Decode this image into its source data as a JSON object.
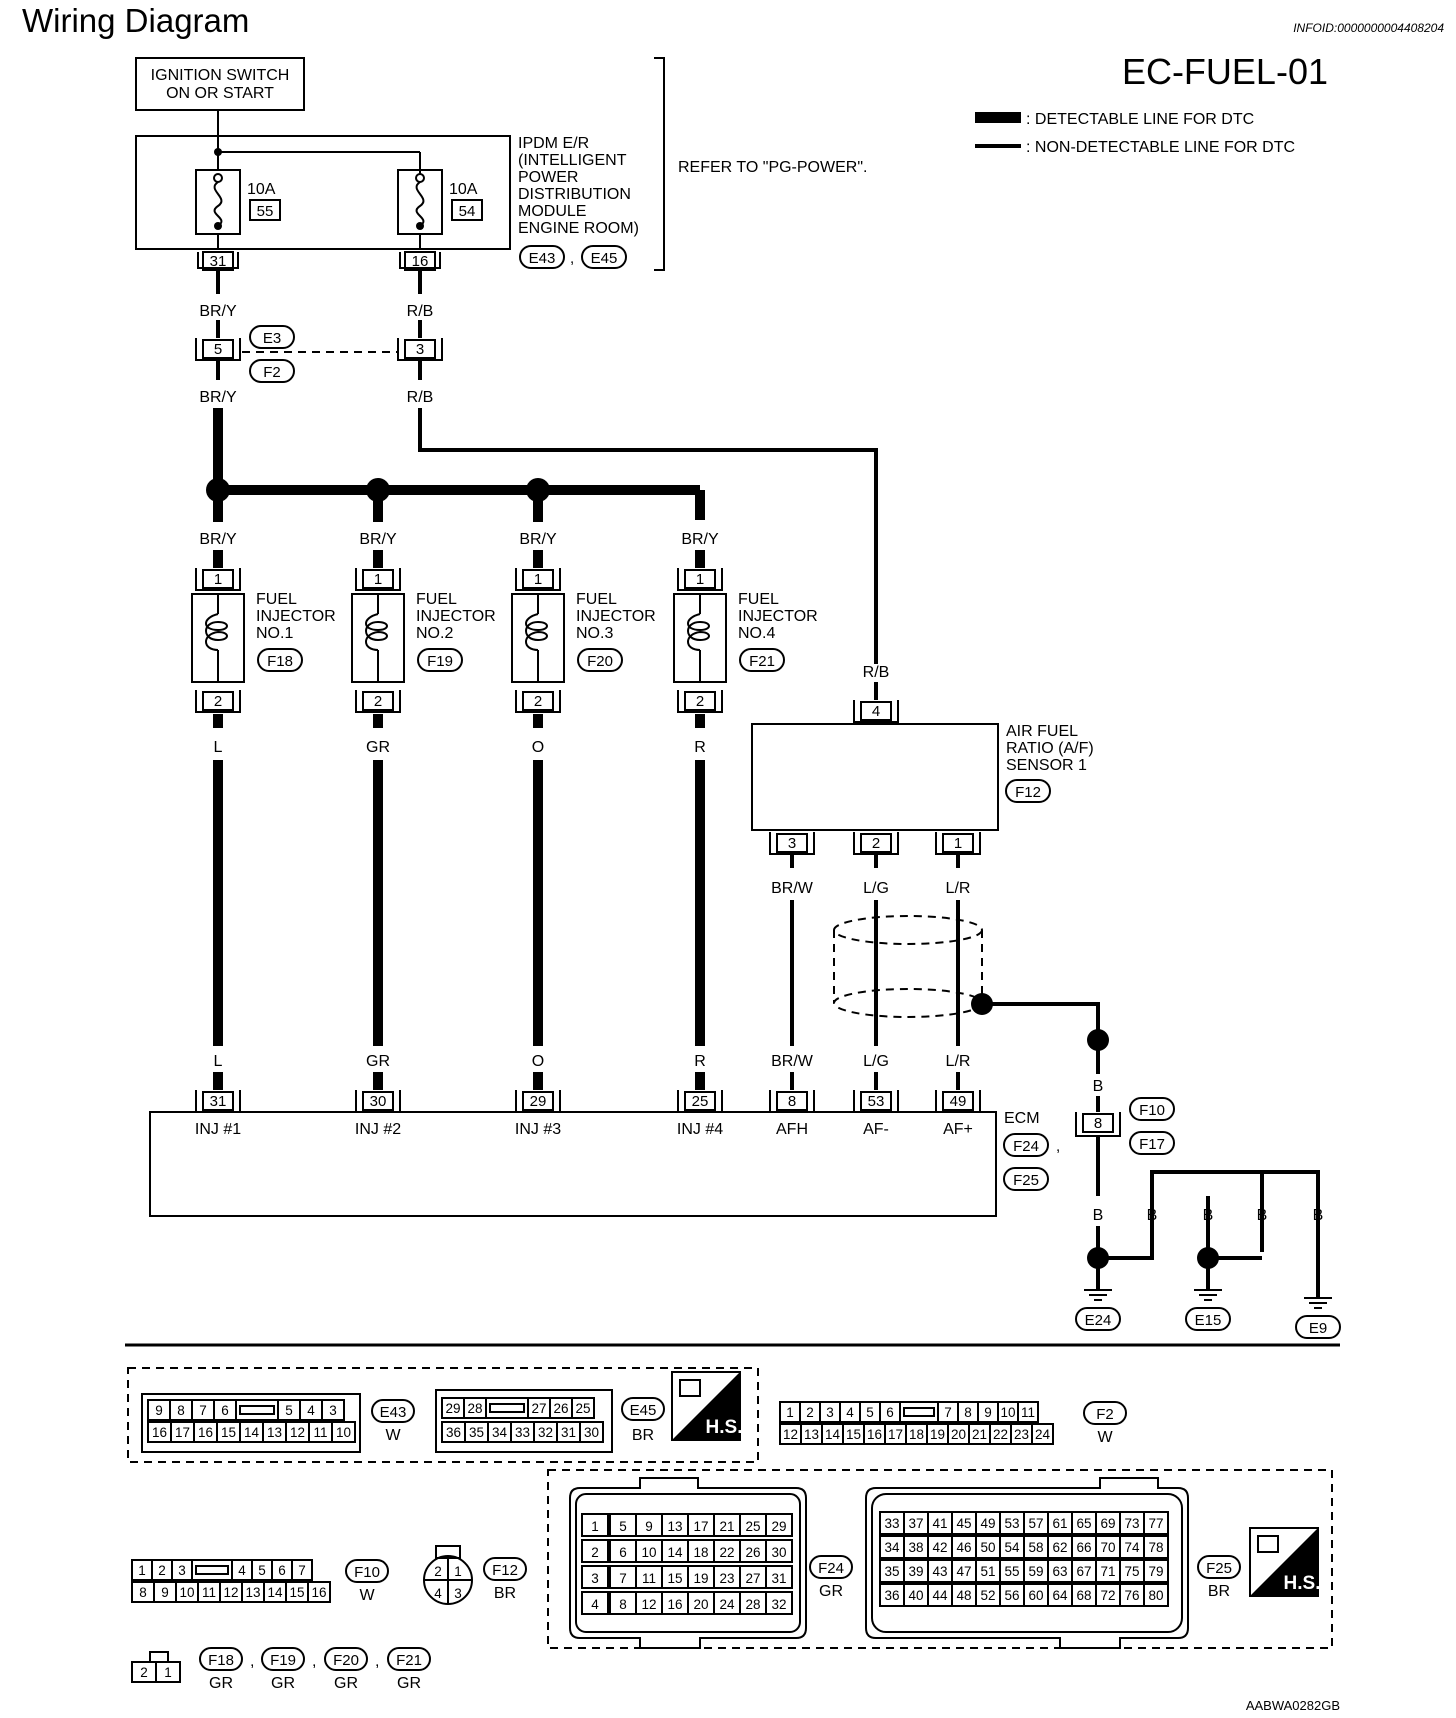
{
  "header": {
    "title": "Wiring Diagram",
    "info_id": "INFOID:0000000004408204",
    "code": "EC-FUEL-01",
    "legend": [
      {
        "label": ": DETECTABLE LINE FOR DTC",
        "style": "thick"
      },
      {
        "label": ": NON-DETECTABLE LINE FOR DTC",
        "style": "thin"
      }
    ]
  },
  "ignition": {
    "line1": "IGNITION SWITCH",
    "line2": "ON OR START"
  },
  "ipdm": {
    "lines": [
      "IPDM E/R",
      "(INTELLIGENT",
      "POWER",
      "DISTRIBUTION",
      "MODULE",
      "ENGINE ROOM)"
    ],
    "connectors": [
      "E43",
      "E45"
    ],
    "sep": ",",
    "refer": "REFER TO \"PG-POWER\".",
    "fuses": [
      {
        "amp": "10A",
        "num": "55",
        "pin": "31"
      },
      {
        "amp": "10A",
        "num": "54",
        "pin": "16"
      }
    ]
  },
  "joint": {
    "top": "E3",
    "bottom": "F2",
    "pin_left": "5",
    "pin_right": "3"
  },
  "wires": {
    "bry": "BR/Y",
    "rb": "R/B",
    "l": "L",
    "gr": "GR",
    "o": "O",
    "r": "R",
    "brw": "BR/W",
    "lg": "L/G",
    "lr": "L/R",
    "b": "B"
  },
  "injectors": [
    {
      "name1": "FUEL",
      "name2": "INJECTOR",
      "name3": "NO.1",
      "conn": "F18",
      "pin_top": "1",
      "pin_bot": "2"
    },
    {
      "name1": "FUEL",
      "name2": "INJECTOR",
      "name3": "NO.2",
      "conn": "F19",
      "pin_top": "1",
      "pin_bot": "2"
    },
    {
      "name1": "FUEL",
      "name2": "INJECTOR",
      "name3": "NO.3",
      "conn": "F20",
      "pin_top": "1",
      "pin_bot": "2"
    },
    {
      "name1": "FUEL",
      "name2": "INJECTOR",
      "name3": "NO.4",
      "conn": "F21",
      "pin_top": "1",
      "pin_bot": "2"
    }
  ],
  "af_sensor": {
    "lines": [
      "AIR FUEL",
      "RATIO (A/F)",
      "SENSOR 1"
    ],
    "conn": "F12",
    "pin_top": "4",
    "pins_bottom": [
      "3",
      "2",
      "1"
    ]
  },
  "ecm": {
    "label": "ECM",
    "conns": [
      "F24",
      "F25"
    ],
    "sep": ",",
    "pins": [
      {
        "num": "31",
        "name": "INJ #1"
      },
      {
        "num": "30",
        "name": "INJ #2"
      },
      {
        "num": "29",
        "name": "INJ #3"
      },
      {
        "num": "25",
        "name": "INJ #4"
      },
      {
        "num": "8",
        "name": "AFH"
      },
      {
        "num": "53",
        "name": "AF-"
      },
      {
        "num": "49",
        "name": "AF+"
      }
    ]
  },
  "ground": {
    "joint_conns": [
      "F10",
      "F17"
    ],
    "joint_pin": "8",
    "grounds": [
      "E24",
      "E15",
      "E9"
    ]
  },
  "footer": {
    "e43": {
      "conn": "E43",
      "color": "W",
      "top": [
        "9",
        "8",
        "7",
        "6",
        "",
        "5",
        "4",
        "3"
      ],
      "bottom": [
        "16",
        "17",
        "16",
        "15",
        "14",
        "13",
        "12",
        "11",
        "10"
      ]
    },
    "e45": {
      "conn": "E45",
      "color": "BR",
      "top": [
        "29",
        "28",
        "",
        "27",
        "26",
        "25"
      ],
      "bottom": [
        "36",
        "35",
        "34",
        "33",
        "32",
        "31",
        "30"
      ]
    },
    "hs": "H.S.",
    "f2": {
      "conn": "F2",
      "color": "W",
      "top": [
        "1",
        "2",
        "3",
        "4",
        "5",
        "6",
        "",
        "7",
        "8",
        "9",
        "10",
        "11"
      ],
      "bottom": [
        "12",
        "13",
        "14",
        "15",
        "16",
        "17",
        "18",
        "19",
        "20",
        "21",
        "22",
        "23",
        "24"
      ]
    },
    "f10": {
      "conn": "F10",
      "color": "W",
      "top": [
        "1",
        "2",
        "3",
        "",
        "4",
        "5",
        "6",
        "7"
      ],
      "bottom": [
        "8",
        "9",
        "10",
        "11",
        "12",
        "13",
        "14",
        "15",
        "16"
      ]
    },
    "f12": {
      "conn": "F12",
      "color": "BR",
      "pins": [
        "2",
        "1",
        "4",
        "3"
      ]
    },
    "f24": {
      "conn": "F24",
      "color": "GR",
      "rows": [
        [
          "1",
          "5",
          "9",
          "13",
          "17",
          "21",
          "25",
          "29"
        ],
        [
          "2",
          "6",
          "10",
          "14",
          "18",
          "22",
          "26",
          "30"
        ],
        [
          "3",
          "7",
          "11",
          "15",
          "19",
          "23",
          "27",
          "31"
        ],
        [
          "4",
          "8",
          "12",
          "16",
          "20",
          "24",
          "28",
          "32"
        ]
      ]
    },
    "f25": {
      "conn": "F25",
      "color": "BR",
      "rows": [
        [
          "33",
          "37",
          "41",
          "45",
          "49",
          "53",
          "57",
          "61",
          "65",
          "69",
          "73",
          "77"
        ],
        [
          "34",
          "38",
          "42",
          "46",
          "50",
          "54",
          "58",
          "62",
          "66",
          "70",
          "74",
          "78"
        ],
        [
          "35",
          "39",
          "43",
          "47",
          "51",
          "55",
          "59",
          "63",
          "67",
          "71",
          "75",
          "79"
        ],
        [
          "36",
          "40",
          "44",
          "48",
          "52",
          "56",
          "60",
          "64",
          "68",
          "72",
          "76",
          "80"
        ]
      ]
    },
    "inj_conn": {
      "pins": [
        "2",
        "1"
      ],
      "items": [
        {
          "conn": "F18",
          "color": "GR"
        },
        {
          "conn": "F19",
          "color": "GR"
        },
        {
          "conn": "F20",
          "color": "GR"
        },
        {
          "conn": "F21",
          "color": "GR"
        }
      ],
      "sep": ","
    },
    "code": "AABWA0282GB"
  }
}
